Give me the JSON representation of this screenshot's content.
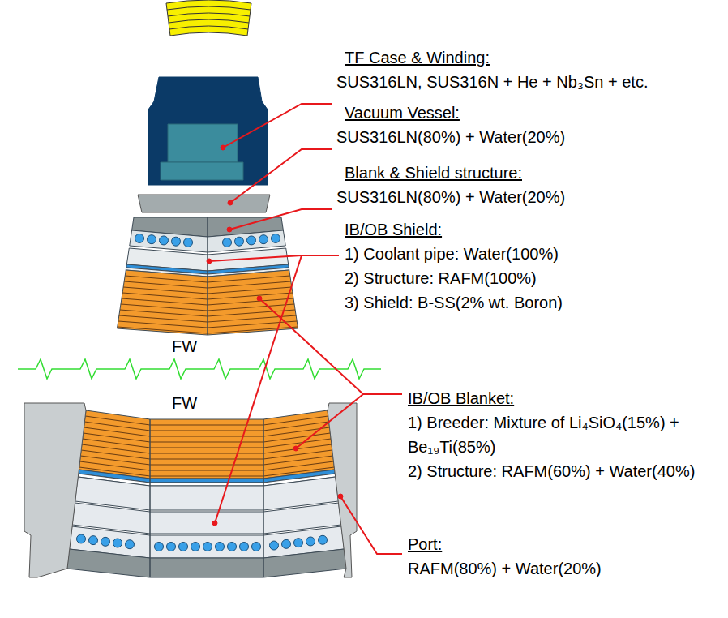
{
  "diagram": {
    "labels": [
      "TF Case & Winding:",
      "SUS316LN, SUS316N + He + Nb₃Sn + etc.",
      "Vacuum Vessel:",
      "SUS316LN(80%) + Water(20%)",
      "Blank & Shield structure:",
      "SUS316LN(80%) + Water(20%)",
      "IB/OB Shield:",
      "1) Coolant pipe: Water(100%)",
      "2) Structure: RAFM(100%)",
      "3) Shield: B-SS(2% wt. Boron)",
      "FW",
      "FW",
      "IB/OB Blanket:",
      "1) Breeder: Mixture of Li₄SiO₄(15%) + Be₁₉Ti(85%)",
      "2) Structure: RAFM(60%) + Water(40%)",
      "Port:",
      "RAFM(80%) + Water(20%)"
    ]
  }
}
